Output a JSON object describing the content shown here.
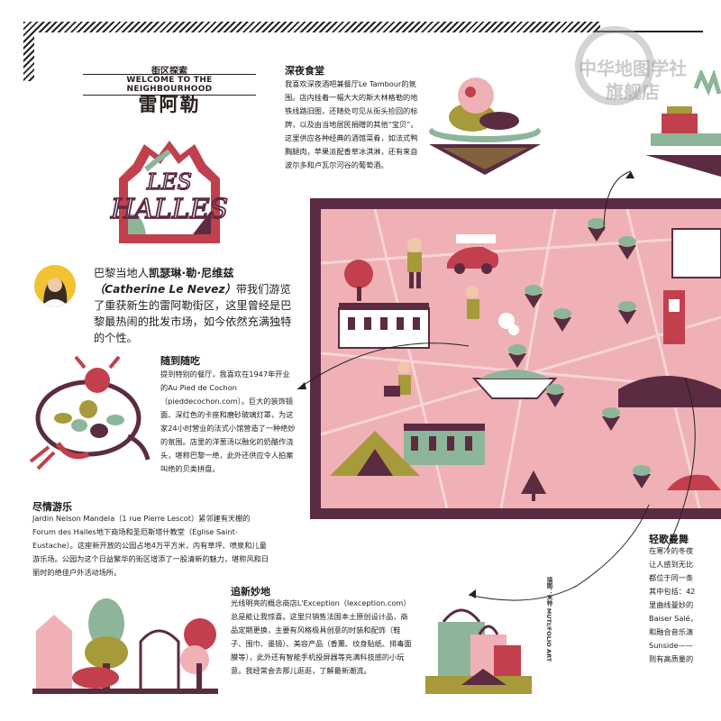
{
  "header": {
    "kicker_cn": "街区探索",
    "kicker_en": "WELCOME TO THE NEIGHBOURHOOD",
    "title": "雷阿勒"
  },
  "logo": {
    "line1": "LES",
    "line2": "HALLES"
  },
  "watermark": {
    "line1": "中华地图学社",
    "line2": "旗舰店"
  },
  "intro": {
    "prefix": "巴黎当地人",
    "name_cn": "凯瑟琳·勒·尼维兹",
    "name_en": "（Catherine Le Nevez）",
    "text": "带我们游览了重获新生的雷阿勒街区，这里曾经是巴黎最热闹的批发市场，如今依然充满独特的个性。"
  },
  "sections": {
    "late_night": {
      "title": "深夜食堂",
      "body": "我喜欢深夜酒吧兼餐厅Le Tambour的氛围。店内挂着一幅大大的斯大林格勒的地铁线路旧图，还随处可见从街头捡回的标牌，以及由当地居民捐赠的其他“宝贝”。这里供应各种经典的酒馆菜肴，如法式鸭胸腿肉，苹果派配香草冰淇淋，还有来自波尔多和卢瓦尔河谷的葡萄酒。"
    },
    "eat": {
      "title": "随到随吃",
      "body": "提到特别的餐厅，我喜欢在1947年开业的Au Pied de Cochon（pieddecochon.com）。巨大的装饰镜面、深红色的卡座和磨砂玻璃灯罩，为这家24小时营业的法式小馆营造了一种绝妙的氛围。店里的洋葱汤以融化的奶酪作浇头，堪称巴黎一绝，此外还供应令人拍案叫绝的贝类拼盘。"
    },
    "play": {
      "title": "尽情游乐",
      "body": "Jardin Nelson Mandela（1 rue Pierre Lescot）紧邻建有天棚的Forum des Halles地下商场和圣厄斯塔什教堂（Église Saint-Eustache）。这座新开放的公园占地4万平方米，内有草坪、喷泉和儿童游乐场。公园为这个日益繁华的街区增添了一股清新的魅力，堪称风和日丽时的绝佳户外活动场所。"
    },
    "shop": {
      "title": "追新妙地",
      "body": "光线明亮的概念商店L'Exception（lexception.com）总是能让我惊喜。这里只销售法国本土原创设计品，商品定期更换，主要有风格极具创意的时装和配饰（鞋子、围巾、墨镜）、美容产品（香薰、纹身贴纸、排毒面膜等），此外还有智能手机投屏器等充满科技感的小玩意。我经常会去那儿逛逛，了解最新潮流。"
    },
    "dance": {
      "title": "轻歌曼舞",
      "lines": [
        "在寒冷的冬夜",
        "让人感到无比",
        "都位于同一条",
        "其中包括：42",
        "里曲线曼妙的",
        "Baiser Salé，",
        "和融合音乐演",
        "Sunside——",
        "则有高质量的"
      ]
    }
  },
  "credit": "插图：米特 MUTI/FOLIO ART",
  "colors": {
    "map_pink": "#efb1b5",
    "frame_plum": "#5b2b42",
    "sage": "#8db59a",
    "olive": "#a69a3a",
    "crimson": "#c2404d",
    "avatar_yellow": "#f2c233"
  }
}
